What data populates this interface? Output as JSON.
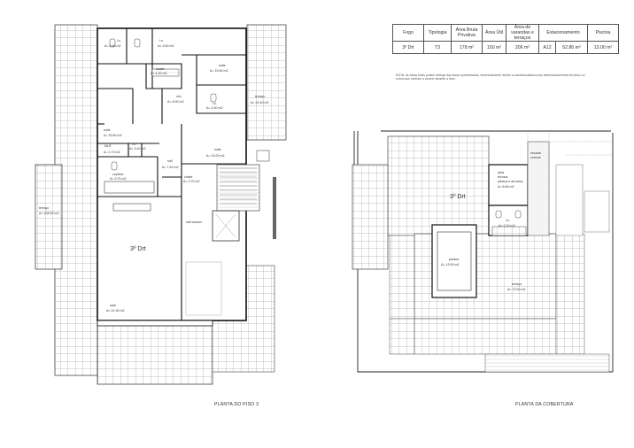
{
  "table": {
    "headers": [
      "Fogo",
      "Tipologia",
      "Área Bruta Privativa",
      "Área Útil",
      "Área de varandas e terraços",
      "Estacionamento",
      "Piscina"
    ],
    "values": [
      "3º Drt",
      "T3",
      "178 m²",
      "150 m²",
      "206 m²",
      "A12",
      "52.80 m²",
      "13.00 m²"
    ]
  },
  "note": "NOTA: as áreas finais podem divergir das áreas apresentadas, essencialmente devido a condicionalismos dos dimensionamentos técnicos ou outros que venham a ocorrer durante a obra.",
  "floor3": {
    "caption": "PLANTA DO PISO 3",
    "unit": "3º Drt",
    "rooms": {
      "ls1": [
        "I.s.",
        "A= 5.40 m2"
      ],
      "ls2": [
        "I.s.",
        "A= 4.60 m2"
      ],
      "closet1": [
        "closet",
        "A= 4.20 m2"
      ],
      "suite1": [
        "suite",
        "A= 15.60 m2"
      ],
      "circ": [
        "circ.",
        "A= 6.90 m2"
      ],
      "ls3": [
        "I.s.",
        "A= 4.30 m2"
      ],
      "terraco1": [
        "terraço",
        "A= 24.40 m2"
      ],
      "suite2": [
        "suite",
        "A= 15.60 m2"
      ],
      "mlr": [
        "MLR",
        "A= 2.73 m2"
      ],
      "ls4": [
        "I.s.",
        "A= 3.40 m2"
      ],
      "cozinha": [
        "cozinha",
        "A= 9.70 m2"
      ],
      "hall": [
        "hall",
        "A= 7.40 m2"
      ],
      "suite3": [
        "suite",
        "A= 14.00 m2"
      ],
      "closet2": [
        "closet",
        "A= 2.70 m2"
      ],
      "terraco2": [
        "terraço",
        "A= 108.00 m2"
      ],
      "hallcomum": [
        "hall comum"
      ],
      "sala": [
        "sala",
        "A= 41.90 m2"
      ]
    }
  },
  "roof": {
    "caption": "PLANTA DA COBERTURA",
    "unit": "3º Drt",
    "rooms": {
      "areatec": [
        "área",
        "técnica",
        "piscina e arrumos",
        "A= 8.60 m2"
      ],
      "ls": [
        "I.s.",
        "A= 3.10 m2"
      ],
      "piscina": [
        "piscina",
        "A= 13.00 m2"
      ],
      "terraco": [
        "terraço",
        "A= 73.00 m2"
      ],
      "shaft": [
        "escada",
        "comum"
      ]
    }
  }
}
